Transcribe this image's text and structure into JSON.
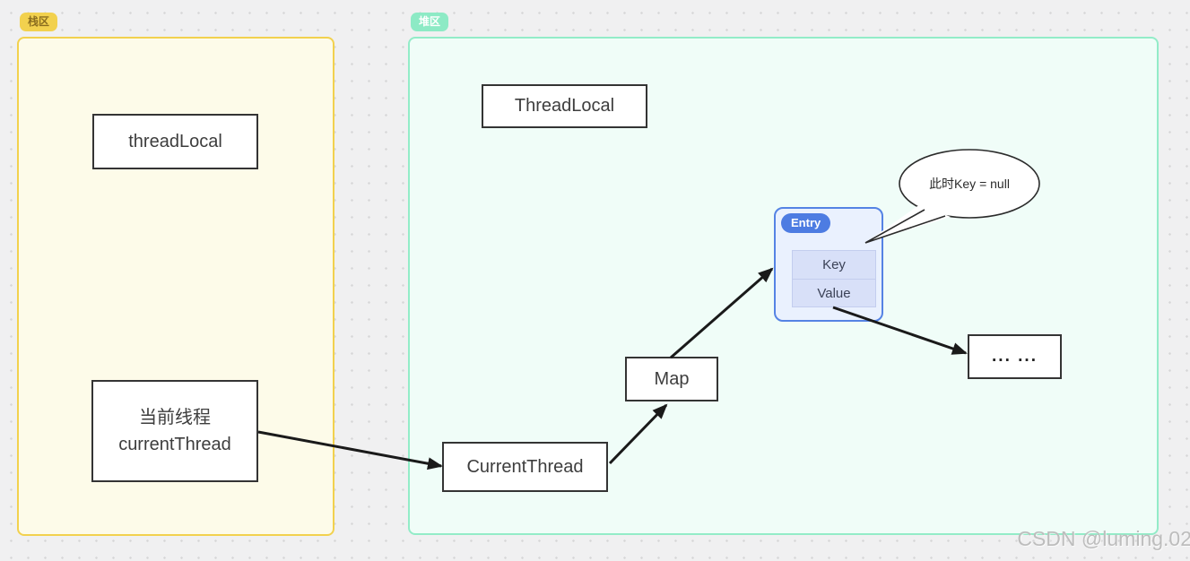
{
  "stack_region": {
    "badge": "栈区",
    "thread_local_box": "threadLocal",
    "current_thread_box_line1": "当前线程",
    "current_thread_box_line2": "currentThread"
  },
  "heap_region": {
    "badge": "堆区",
    "thread_local_box": "ThreadLocal",
    "map_box": "Map",
    "current_thread_box": "CurrentThread",
    "entry_card": {
      "title": "Entry",
      "rows": [
        "Key",
        "Value"
      ]
    },
    "ellipsis_box": "... ...",
    "callout_text": "此时Key = null"
  },
  "watermark": "CSDN @luming.02",
  "colors": {
    "canvas_bg": "#f0f0f1",
    "grid_dot": "#d7d7d8",
    "stack_border": "#f2d14e",
    "stack_fill": "#fdfbe9",
    "stack_badge_bg": "#f2d14e",
    "stack_badge_text": "#8a6d1f",
    "heap_border": "#93ecc8",
    "heap_fill": "#f0fdf8",
    "heap_badge_bg": "#8deac5",
    "heap_badge_text": "#ffffff",
    "node_border": "#343434",
    "node_fill": "#ffffff",
    "entry_border": "#5583e4",
    "entry_fill": "#eaf1fe",
    "entry_pill_bg": "#4d7ce2",
    "entry_row_fill": "#d8e0f8",
    "arrow": "#1a1a1a"
  }
}
